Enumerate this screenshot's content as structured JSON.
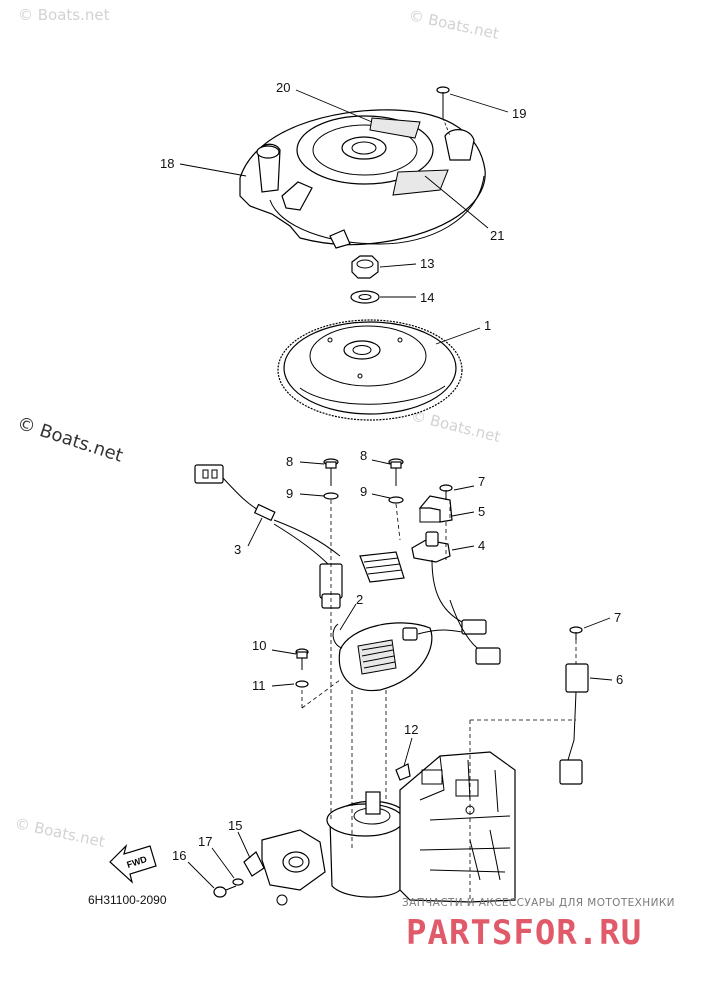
{
  "watermarks": {
    "small": "© Boats.net",
    "large": "© Boats.net"
  },
  "callouts": [
    {
      "id": "20",
      "label": "20"
    },
    {
      "id": "19",
      "label": "19"
    },
    {
      "id": "18",
      "label": "18"
    },
    {
      "id": "21",
      "label": "21"
    },
    {
      "id": "13",
      "label": "13"
    },
    {
      "id": "14",
      "label": "14"
    },
    {
      "id": "1",
      "label": "1"
    },
    {
      "id": "8a",
      "label": "8"
    },
    {
      "id": "8b",
      "label": "8"
    },
    {
      "id": "7a",
      "label": "7"
    },
    {
      "id": "9a",
      "label": "9"
    },
    {
      "id": "9b",
      "label": "9"
    },
    {
      "id": "5",
      "label": "5"
    },
    {
      "id": "3",
      "label": "3"
    },
    {
      "id": "4",
      "label": "4"
    },
    {
      "id": "2",
      "label": "2"
    },
    {
      "id": "7b",
      "label": "7"
    },
    {
      "id": "10",
      "label": "10"
    },
    {
      "id": "6",
      "label": "6"
    },
    {
      "id": "11",
      "label": "11"
    },
    {
      "id": "12",
      "label": "12"
    },
    {
      "id": "15",
      "label": "15"
    },
    {
      "id": "17",
      "label": "17"
    },
    {
      "id": "16",
      "label": "16"
    }
  ],
  "fwd_label": "FWD",
  "part_code": "6H31100-2090",
  "branding": {
    "subtitle": "ЗАПЧАСТИ И АКСЕССУАРЫ ДЛЯ МОТОТЕХНИКИ",
    "logo": "PARTSFOR.RU",
    "logo_color": "#e05a6a"
  }
}
